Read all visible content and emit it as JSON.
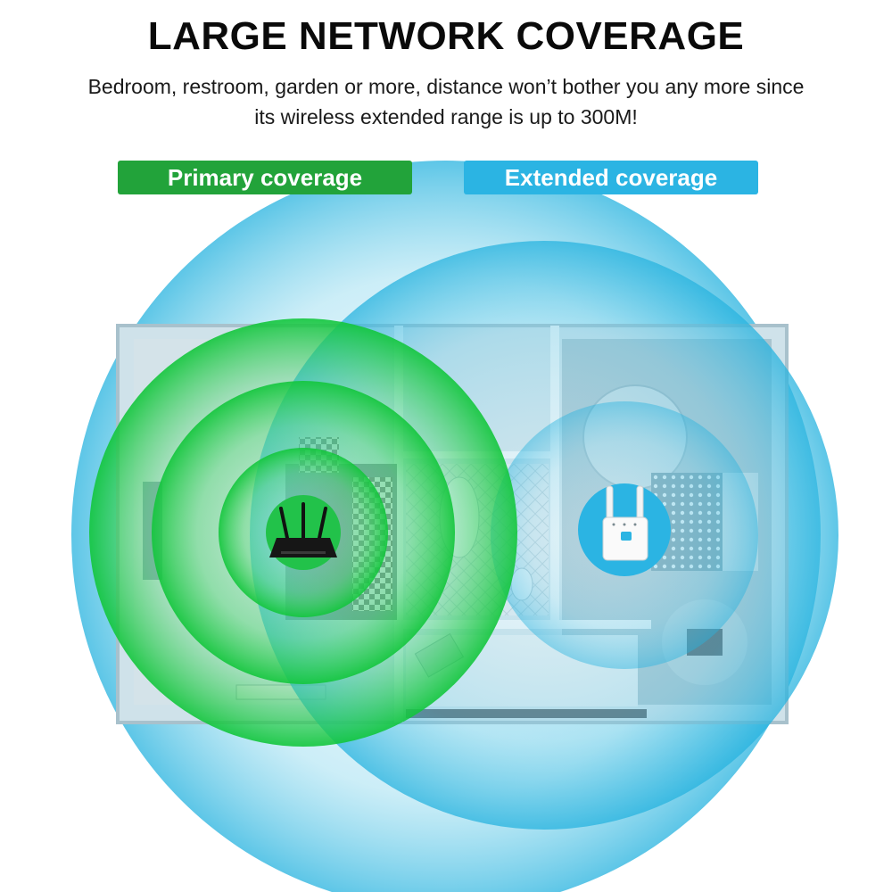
{
  "header": {
    "title": "LARGE NETWORK COVERAGE",
    "subtitle": "Bedroom, restroom, garden or more, distance won’t bother you any more since its wireless extended range is up to 300M!"
  },
  "legend": {
    "primary_label": "Primary coverage",
    "extended_label": "Extended coverage"
  },
  "colors": {
    "primary": "#22a33a",
    "extended": "#2bb4e3",
    "title": "#0a0a0a"
  },
  "devices": {
    "router_icon": "wifi-router-icon",
    "extender_icon": "wifi-extender-icon"
  }
}
